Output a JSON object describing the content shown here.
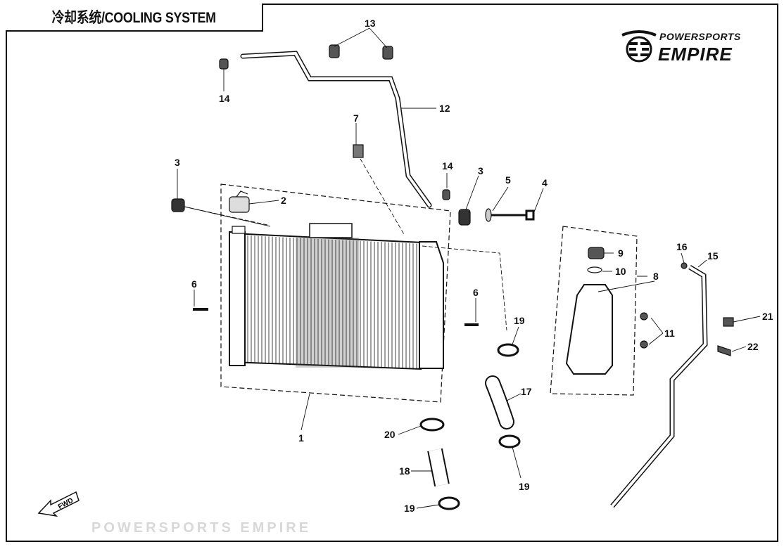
{
  "header": {
    "title": "冷却系统/COOLING SYSTEM"
  },
  "logo": {
    "top_text": "POWERSPORTS",
    "main_text": "EMPIRE"
  },
  "watermark": "POWERSPORTS EMPIRE",
  "fwd_label": "FWD",
  "callouts": [
    "13",
    "14",
    "12",
    "7",
    "3",
    "14",
    "3",
    "5",
    "4",
    "2",
    "6",
    "6",
    "9",
    "10",
    "8",
    "16",
    "15",
    "11",
    "21",
    "22",
    "19",
    "17",
    "1",
    "20",
    "18",
    "19",
    "19"
  ],
  "colors": {
    "line": "#111111",
    "watermark": "#e6e6e6"
  }
}
